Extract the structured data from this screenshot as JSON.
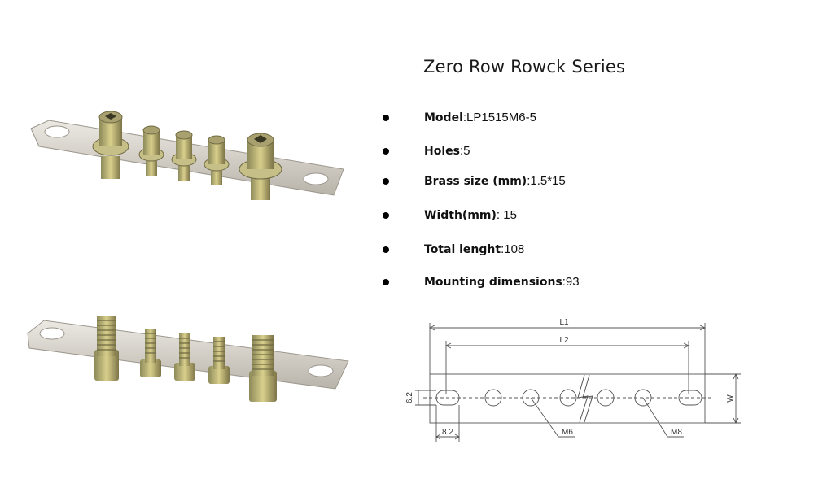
{
  "title": "Zero Row Rowck Series",
  "specs": [
    {
      "label": "Model",
      "value": ":LP1515M6-5"
    },
    {
      "label": "Holes",
      "value": ":5"
    },
    {
      "label": "Brass size (mm)",
      "value": ":1.5*15"
    },
    {
      "label": "Width(mm)",
      "value": ": 15"
    },
    {
      "label": "Total lenght",
      "value": ":108"
    },
    {
      "label": "Mounting dimensions",
      "value": ":93"
    }
  ],
  "drawing": {
    "dim_l1": "L1",
    "dim_l2": "L2",
    "dim_hole_h": "6.2",
    "dim_slot_w": "8.2",
    "dim_width": "W",
    "callout_m6": "M6",
    "callout_m8": "M8"
  },
  "colors": {
    "brass_bar": "#d8d4cc",
    "zinc_screw": "#b9a86a",
    "line": "#555555"
  }
}
